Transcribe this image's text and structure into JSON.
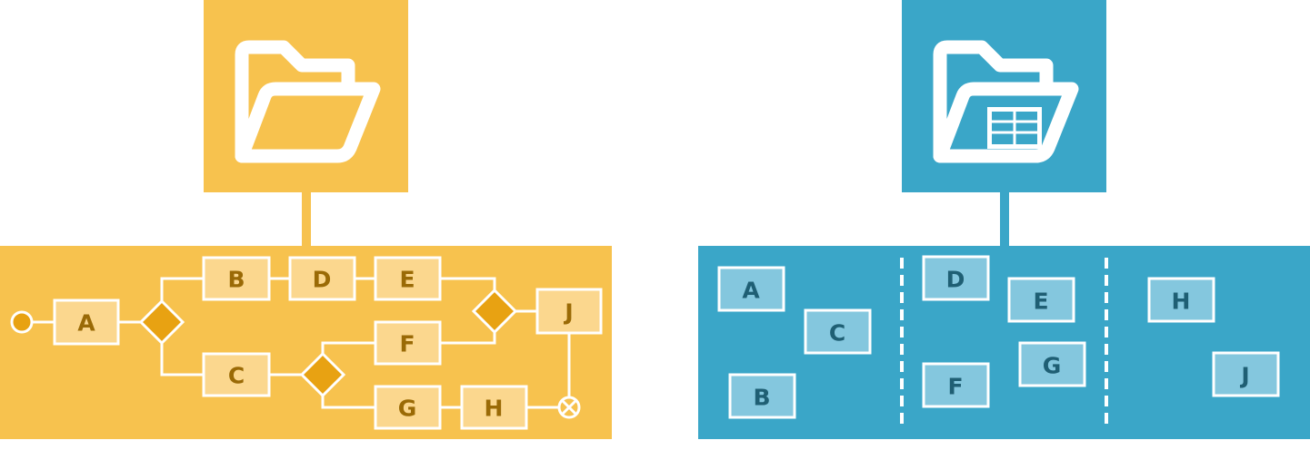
{
  "colors": {
    "orange_bg": "#F7C24E",
    "orange_box": "#FBD78E",
    "orange_text": "#9A6A06",
    "orange_gateway": "#E8A212",
    "blue_bg": "#3AA6C8",
    "blue_box": "#84C7DE",
    "blue_text": "#1F5F74",
    "line_white": "#FFFFFF"
  },
  "left_diagram": {
    "icon": "folder-open-icon",
    "nodes": {
      "a": "A",
      "b": "B",
      "c": "C",
      "d": "D",
      "e": "E",
      "f": "F",
      "g": "G",
      "h": "H",
      "j": "J"
    }
  },
  "right_diagram": {
    "icon": "folder-table-icon",
    "nodes": {
      "a": "A",
      "b": "B",
      "c": "C",
      "d": "D",
      "e": "E",
      "f": "F",
      "g": "G",
      "h": "H",
      "j": "J"
    }
  }
}
